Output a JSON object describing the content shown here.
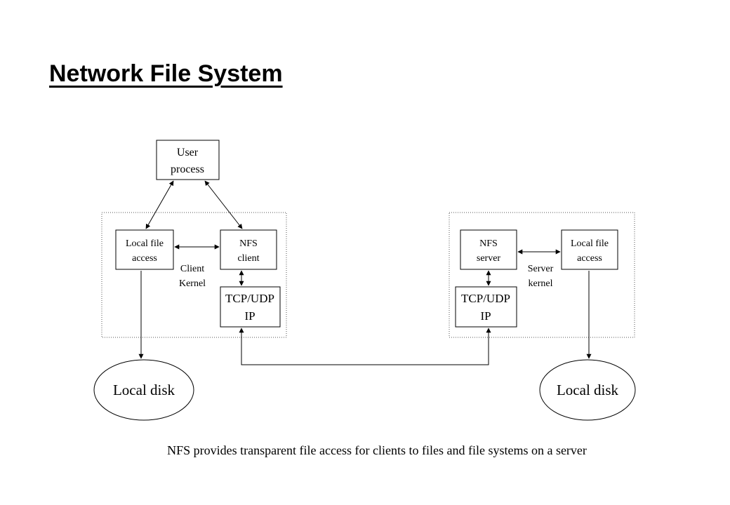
{
  "title": "Network File System",
  "client": {
    "user_process": [
      "User",
      "process"
    ],
    "local_file_access": [
      "Local file",
      "access"
    ],
    "nfs_client": [
      "NFS",
      "client"
    ],
    "kernel_label": [
      "Client",
      "Kernel"
    ],
    "tcp_ip": [
      "TCP/UDP",
      "IP"
    ],
    "local_disk": "Local disk"
  },
  "server": {
    "nfs_server": [
      "NFS",
      "server"
    ],
    "local_file_access": [
      "Local file",
      "access"
    ],
    "kernel_label": [
      "Server",
      "kernel"
    ],
    "tcp_ip": [
      "TCP/UDP",
      "IP"
    ],
    "local_disk": "Local disk"
  },
  "caption": "NFS provides transparent file access for clients to files and file systems on a server"
}
